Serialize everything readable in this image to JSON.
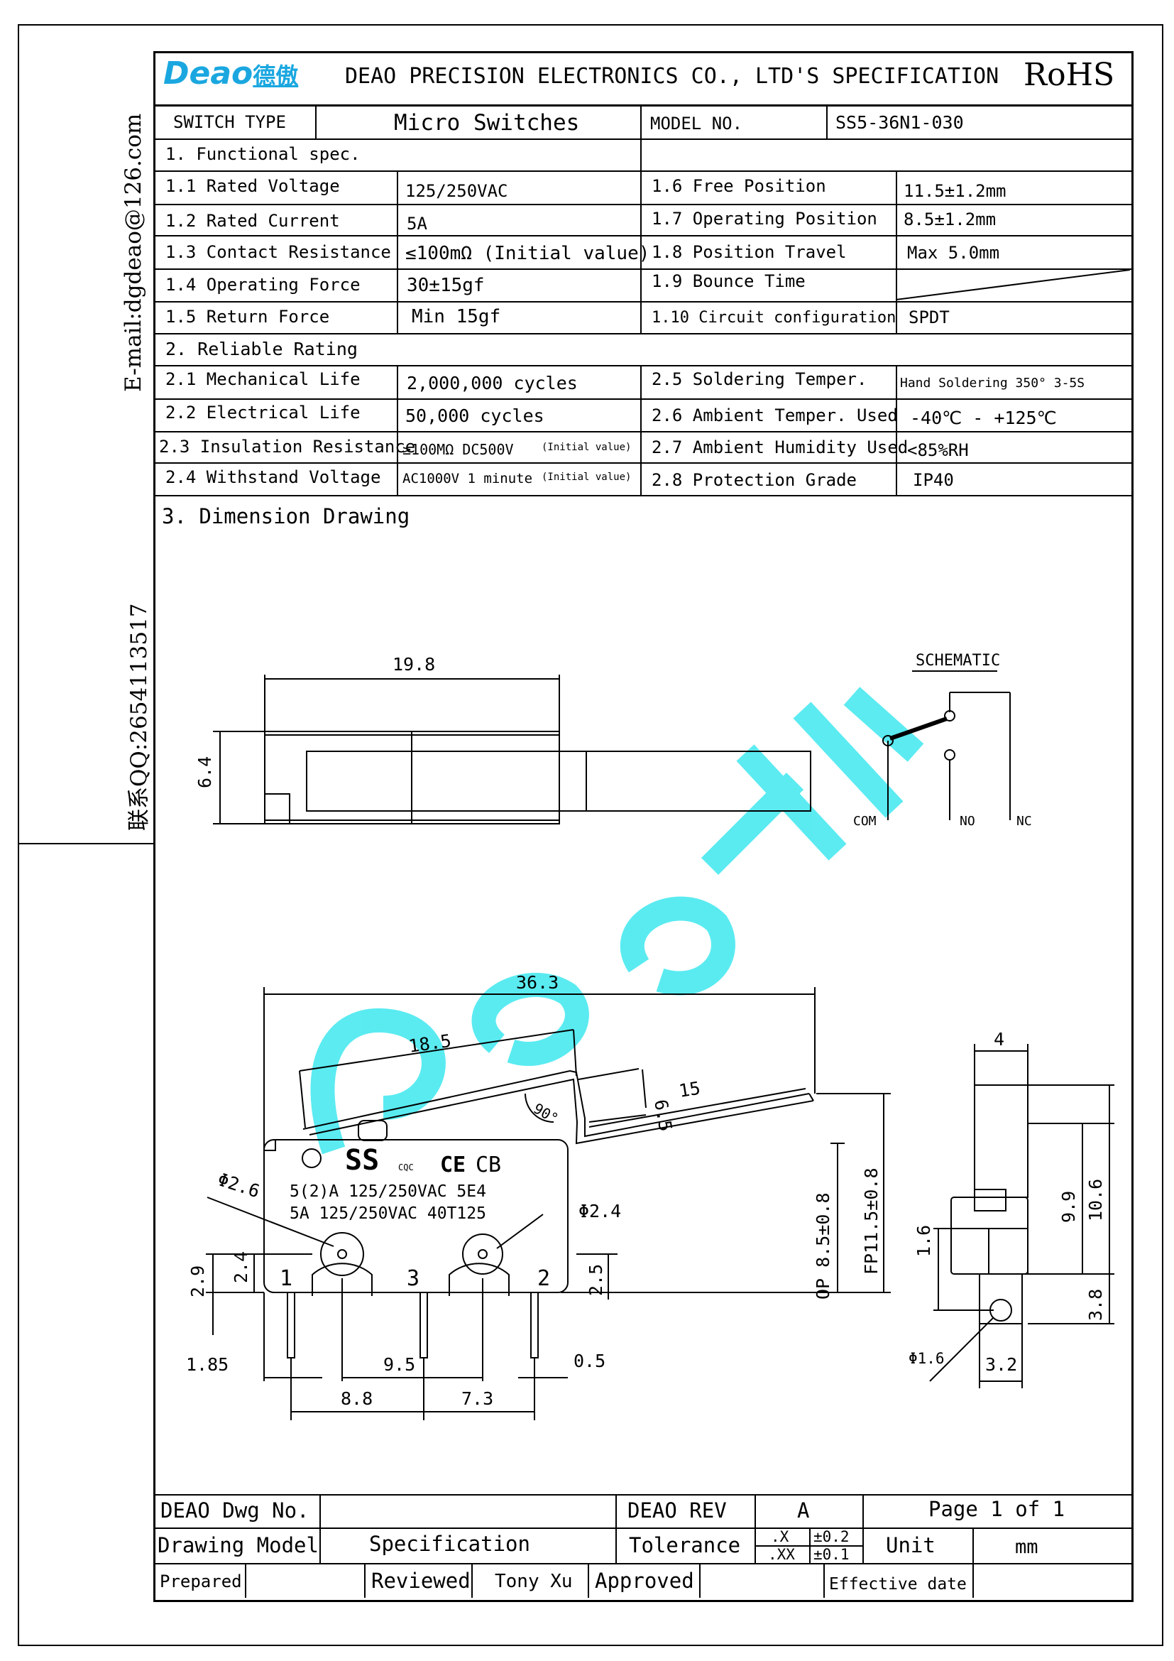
{
  "brand": {
    "logo_text": "Deao",
    "logo_cn": "德傲",
    "color": "#1aa7e0"
  },
  "header": {
    "title": "DEAO PRECISION ELECTRONICS CO., LTD'S SPECIFICATION",
    "rohs": "RoHS"
  },
  "side": {
    "email": "E-mail:dgdeao@126.com",
    "qq": "联系QQ:2654113517"
  },
  "type_row": {
    "switch_type_label": "SWITCH TYPE",
    "switch_type": "Micro Switches",
    "model_label": "MODEL NO.",
    "model": "SS5-36N1-030"
  },
  "functional": {
    "heading": "1. Functional spec.",
    "rows": [
      {
        "l": "1.1 Rated Voltage",
        "v": "125/250VAC",
        "l2": "1.6  Free Position",
        "v2": "11.5±1.2mm"
      },
      {
        "l": "1.2 Rated Current",
        "v": "5A",
        "l2": "1.7  Operating Position",
        "v2": "8.5±1.2mm"
      },
      {
        "l": "1.3 Contact Resistance",
        "v": "≤100mΩ (Initial value)",
        "l2": "1.8  Position Travel",
        "v2": "Max 5.0mm"
      },
      {
        "l": "1.4 Operating Force",
        "v": "30±15gf",
        "l2": "1.9  Bounce Time",
        "v2": ""
      },
      {
        "l": "1.5 Return Force",
        "v": "Min 15gf",
        "l2": "1.10 Circuit configuration",
        "v2": "SPDT"
      }
    ]
  },
  "reliable": {
    "heading": "2. Reliable Rating",
    "rows": [
      {
        "l": "2.1 Mechanical Life",
        "v": "2,000,000 cycles",
        "vs": "",
        "l2": "2.5 Soldering Temper.",
        "v2": "Hand Soldering 350°  3-5S"
      },
      {
        "l": "2.2 Electrical Life",
        "v": "50,000 cycles",
        "vs": "",
        "l2": "2.6 Ambient Temper. Used",
        "v2": "-40℃ - +125℃"
      },
      {
        "l": "2.3 Insulation Resistance",
        "v": "≥100MΩ DC500V",
        "vs": "(Initial value)",
        "l2": "2.7 Ambient Humidity Used",
        "v2": "<85%RH"
      },
      {
        "l": "2.4  Withstand Voltage",
        "v": "AC1000V 1 minute",
        "vs": "(Initial value)",
        "l2": "2.8 Protection Grade",
        "v2": "IP40"
      }
    ]
  },
  "drawing": {
    "heading": "3. Dimension Drawing",
    "schematic": {
      "title": "SCHEMATIC",
      "com": "COM",
      "no": "NO",
      "nc": "NC"
    },
    "top_dims": {
      "width": "19.8",
      "height": "6.4"
    },
    "front_dims": {
      "overall": "36.3",
      "lever": "18.5",
      "roller": "15",
      "angle": "90°",
      "lever_h": "6.5",
      "hole_left": "Φ2.6",
      "hole_right": "Φ2.4",
      "d29": "2.9",
      "d24": "2.4",
      "d25": "2.5",
      "d185": "1.85",
      "d95": "9.5",
      "d05": "0.5",
      "d88": "8.8",
      "d73": "7.3",
      "op": "OP 8.5±0.8",
      "fp": "FP11.5±0.8"
    },
    "body_marks": {
      "ss": "SS",
      "line1": "5(2)A 125/250VAC 5E4",
      "line2": "5A 125/250VAC 40T125",
      "ce": "CE",
      "cb": "CB",
      "cqc": "CQC",
      "pin1": "1",
      "pin2": "2",
      "pin3": "3"
    },
    "side_dims": {
      "w": "4",
      "h99": "9.9",
      "h106": "10.6",
      "h16": "1.6",
      "h38": "3.8",
      "hole": "Φ1.6",
      "w32": "3.2"
    }
  },
  "footer": {
    "dwg_label": "DEAO Dwg No.",
    "rev_label": "DEAO REV",
    "rev": "A",
    "page": "Page 1 of 1",
    "model_label": "Drawing Model",
    "model_value": "Specification",
    "tol_label": "Tolerance",
    "tol_x": ".X",
    "tol_xv": "±0.2",
    "tol_xx": ".XX",
    "tol_xxv": "±0.1",
    "unit_label": "Unit",
    "unit": "mm",
    "prepared": "Prepared",
    "reviewed": "Reviewed",
    "reviewer": "Tony Xu",
    "approved": "Approved",
    "effective": "Effective date"
  }
}
